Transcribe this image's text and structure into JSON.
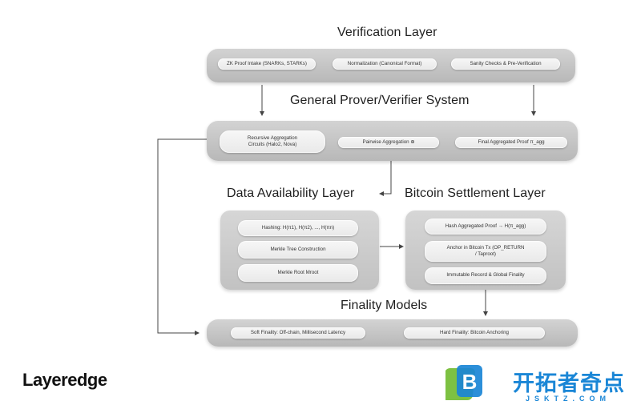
{
  "headings": {
    "verification": "Verification Layer",
    "general": "General Prover/Verifier System",
    "data_availability": "Data Availability Layer",
    "bitcoin": "Bitcoin Settlement Layer",
    "finality": "Finality Models"
  },
  "verification": {
    "intake": "ZK Proof Intake (SNARKs, STARKs)",
    "normalization": "Normalization (Canonical Format)",
    "sanity": "Sanity Checks & Pre-Verification"
  },
  "general": {
    "recursive_line1": "Recursive Aggregation",
    "recursive_line2": "Circuits (Halo2, Nova)",
    "pairwise": "Pairwise Aggregation ⊕",
    "final_proof": "Final Aggregated Proof π_agg"
  },
  "data_availability": {
    "hashing": "Hashing: H(π1), H(π2), ..., H(πn)",
    "merkle_tree": "Merkle Tree Construction",
    "merkle_root": "Merkle Root Mroot"
  },
  "bitcoin": {
    "hash_proof": "Hash Aggregated Proof → H(π_agg)",
    "anchor_line1": "Anchor in Bitcoin Tx (OP_RETURN",
    "anchor_line2": "/ Taproot)",
    "immutable": "Immutable Record & Global Finality"
  },
  "finality": {
    "soft": "Soft Finality: Off-chain, Millisecond Latency",
    "hard": "Hard Finality: Bitcoin Anchoring"
  },
  "logos": {
    "layeredge": "Layeredge",
    "brand_mark": "B",
    "brand_cn": "开拓者奇点",
    "brand_site": "JSKTZ.COM"
  },
  "colors": {
    "brand_green": "#7dc142",
    "brand_blue": "#1a86d6"
  }
}
